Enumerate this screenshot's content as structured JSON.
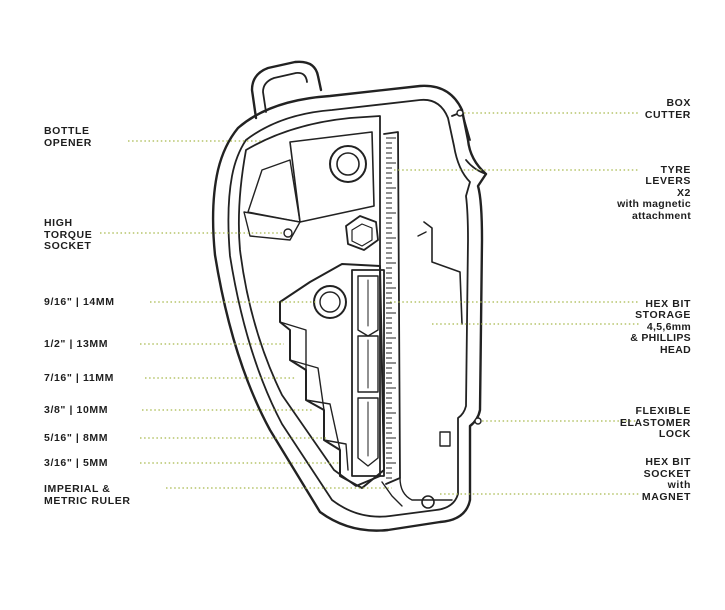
{
  "colors": {
    "outline": "#222222",
    "leader": "#a6b84a",
    "text": "#1e1e1e",
    "background": "#ffffff"
  },
  "labels_left": {
    "bottle_opener": "BOTTLE\nOPENER",
    "high_torque_socket": "HIGH\nTORQUE\nSOCKET",
    "size_9_16": "9/16\" | 14MM",
    "size_1_2": "1/2\" | 13MM",
    "size_7_16": "7/16\" | 11MM",
    "size_3_8": "3/8\" | 10MM",
    "size_5_16": "5/16\" | 8MM",
    "size_3_16": "3/16\" | 5MM",
    "ruler": "IMPERIAL &\nMETRIC RULER"
  },
  "labels_right": {
    "box_cutter": "BOX\nCUTTER",
    "tyre_levers": "TYRE\nLEVERS\nX2",
    "tyre_levers_sub": "with magnetic\nattachment",
    "hex_bit_storage": "HEX BIT\nSTORAGE",
    "hex_bit_storage_sub": "4,5,6mm\n& PHILLIPS\nHEAD",
    "elastomer_lock": "FLEXIBLE\nELASTOMER\nLOCK",
    "hex_bit_socket": "HEX BIT\nSOCKET\nwith\nMAGNET"
  }
}
